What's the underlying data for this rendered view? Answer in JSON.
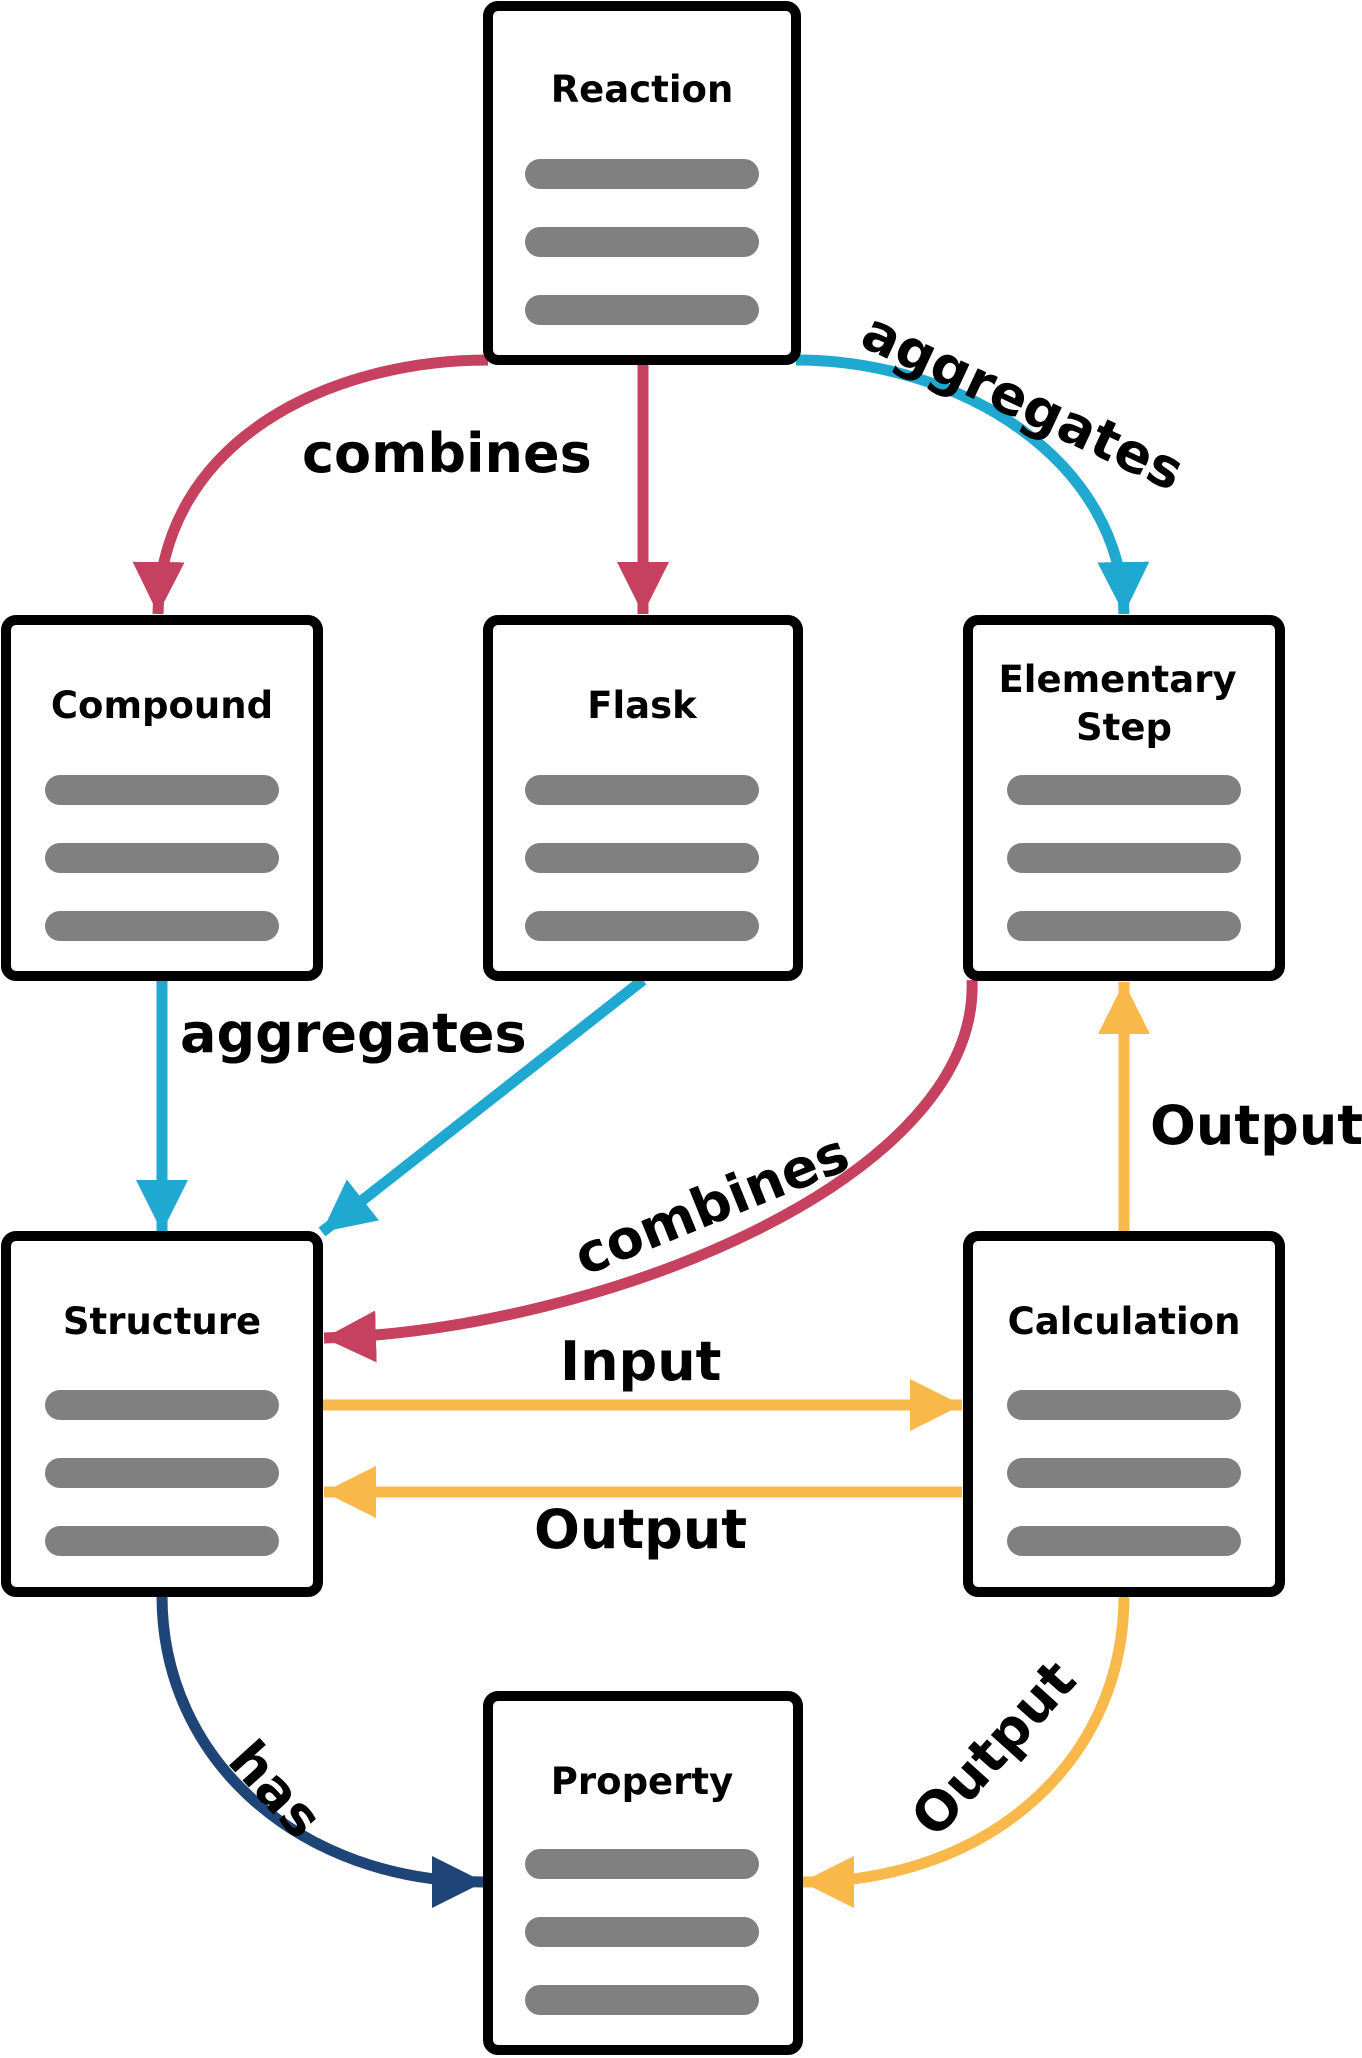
{
  "colors": {
    "combines": "#c6415f",
    "aggregates": "#1fa8d0",
    "io": "#f8b84a",
    "has": "#1f4478",
    "placeholder_line": "#808080"
  },
  "nodes": {
    "reaction": "Reaction",
    "compound": "Compound",
    "flask": "Flask",
    "elementary_step": [
      "Elementary",
      "Step"
    ],
    "structure": "Structure",
    "calculation": "Calculation",
    "property": "Property"
  },
  "edges": {
    "reaction_compound": "combines",
    "reaction_elementary": "aggregates",
    "compound_structure": "aggregates",
    "elementary_structure": "combines",
    "calculation_elementary": "Output",
    "structure_calculation": "Input",
    "calculation_structure": "Output",
    "structure_property": "has",
    "calculation_property": "Output"
  }
}
